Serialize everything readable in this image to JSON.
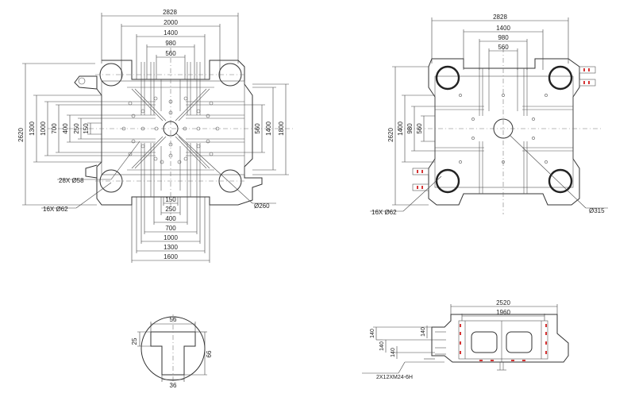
{
  "front_platen": {
    "width_labels": [
      "2828",
      "2000",
      "1400",
      "980",
      "560"
    ],
    "height_labels": [
      "2620",
      "1300",
      "1000",
      "700",
      "400",
      "250",
      "150"
    ],
    "right_labels": [
      "560",
      "1400",
      "1800"
    ],
    "bottom_labels": [
      "150",
      "250",
      "400",
      "700",
      "1000",
      "1300",
      "1600"
    ],
    "callouts": {
      "small_holes": "28X  Ø58",
      "tie_holes": "16X  Ø62",
      "center": "Ø260"
    }
  },
  "rear_platen": {
    "width_labels": [
      "2828",
      "1400",
      "980",
      "560"
    ],
    "height_labels": [
      "2620",
      "1400",
      "980",
      "560"
    ],
    "callouts": {
      "tie_holes": "16X  Ø62",
      "center": "Ø315"
    }
  },
  "tslot": {
    "top": "56",
    "left": "25",
    "right": "66",
    "bottom": "36"
  },
  "section": {
    "width_labels": [
      "2520",
      "1960"
    ],
    "left_labels": [
      "140",
      "140",
      "140",
      "140"
    ],
    "thread": "2X12XM24-6H"
  }
}
